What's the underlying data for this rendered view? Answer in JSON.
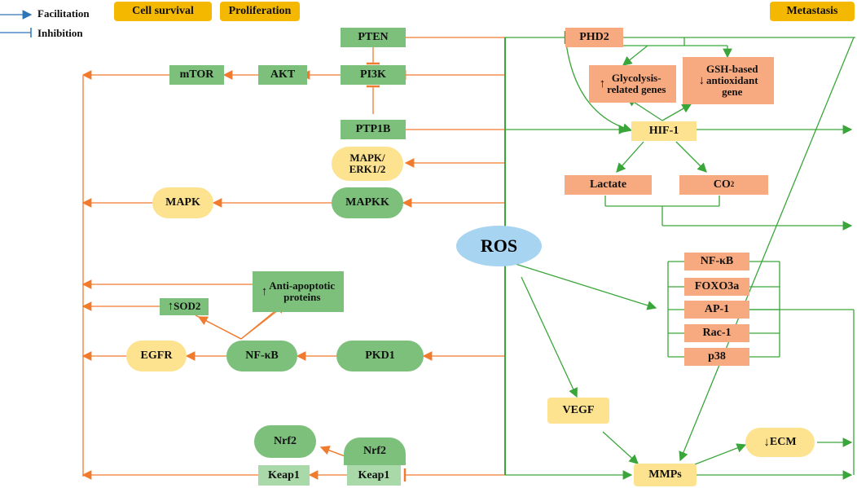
{
  "legend": {
    "facilitation": "Facilitation",
    "inhibition": "Inhibition"
  },
  "headers": {
    "cell_survival": "Cell survival",
    "proliferation": "Proliferation",
    "metastasis": "Metastasis"
  },
  "center": "ROS",
  "nodes": {
    "pten": "PTEN",
    "pi3k": "PI3K",
    "akt": "AKT",
    "mtor": "mTOR",
    "ptp1b": "PTP1B",
    "mapk_erk_l1": "MAPK/",
    "mapk_erk_l2": "ERK1/2",
    "mapkk": "MAPKK",
    "mapk": "MAPK",
    "sod2": "SOD2",
    "antiapop_l1": "Anti-apoptotic",
    "antiapop_l2": "proteins",
    "nfkb_left": "NF-κB",
    "egfr": "EGFR",
    "pkd1": "PKD1",
    "nrf2_a": "Nrf2",
    "nrf2_b": "Nrf2",
    "keap1_a": "Keap1",
    "keap1_b": "Keap1",
    "phd2": "PHD2",
    "glyco_l1": "Glycolysis-",
    "glyco_l2": "related genes",
    "gsh_l1": "GSH-based",
    "gsh_l2": "antioxidant",
    "gsh_l3": "gene",
    "hif1": "HIF-1",
    "lactate": "Lactate",
    "co2": "CO",
    "co2_sub": "2",
    "nfkb_right": "NF-κB",
    "foxo3a": "FOXO3a",
    "ap1": "AP-1",
    "rac1": "Rac-1",
    "p38": "p38",
    "vegf": "VEGF",
    "mmps": "MMPs",
    "ecm": "ECM"
  },
  "arrows": {
    "up": "↑",
    "down": "↓"
  },
  "colors": {
    "facilitation_left": "#f07b2e",
    "facilitation_right": "#3aa63a",
    "legend_arrow": "#2e75b6",
    "green_box": "#7cc07c",
    "light_green_box": "#a9d8a9",
    "orange_box": "#f7a980",
    "yellow_box": "#fde28f",
    "ros": "#a7d4f0",
    "header": "#f5b800"
  }
}
